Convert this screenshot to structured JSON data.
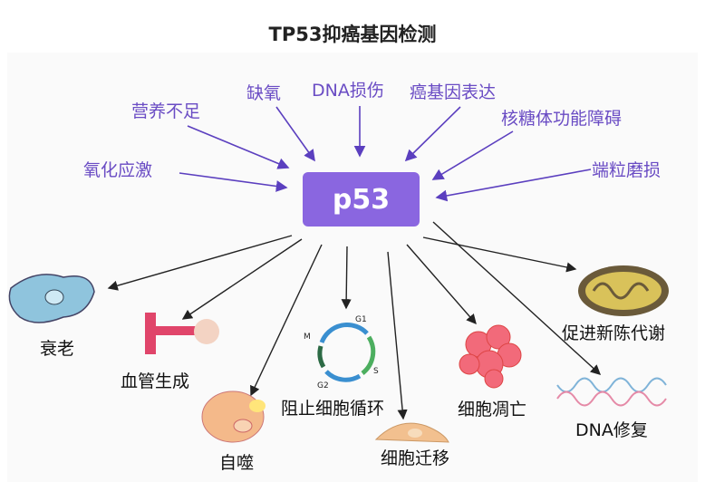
{
  "title": "TP53抑癌基因检测",
  "center": "p53",
  "inputs": [
    "营养不足",
    "缺氧",
    "DNA损伤",
    "癌基因表达",
    "核糖体功能障碍",
    "氧化应激",
    "端粒磨损"
  ],
  "outputs": [
    "衰老",
    "血管生成",
    "自噬",
    "阻止细胞循环",
    "细胞迁移",
    "细胞凋亡",
    "促进新陈代谢",
    "DNA修复"
  ],
  "cycle_labels": [
    "G1",
    "S",
    "G2",
    "M"
  ],
  "colors": {
    "input": "#6a4cc4",
    "box": "#8a66e0",
    "output": "#111111"
  }
}
